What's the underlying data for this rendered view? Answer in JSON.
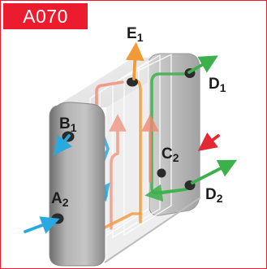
{
  "tag": {
    "text": "A070"
  },
  "ports": {
    "E1": {
      "letter": "E",
      "sub": "1"
    },
    "D1": {
      "letter": "D",
      "sub": "1"
    },
    "B1": {
      "letter": "B",
      "sub": "1"
    },
    "C2": {
      "letter": "C",
      "sub": "2"
    },
    "A2": {
      "letter": "A",
      "sub": "2"
    },
    "D2": {
      "letter": "D",
      "sub": "2"
    }
  },
  "colors": {
    "frame": "#ec1c2e",
    "orange": "#f29a38",
    "green": "#3cb04a",
    "blue": "#2aa8e0",
    "red": "#e32934",
    "salmon": "#f08872",
    "body": "#bdbdbd"
  }
}
